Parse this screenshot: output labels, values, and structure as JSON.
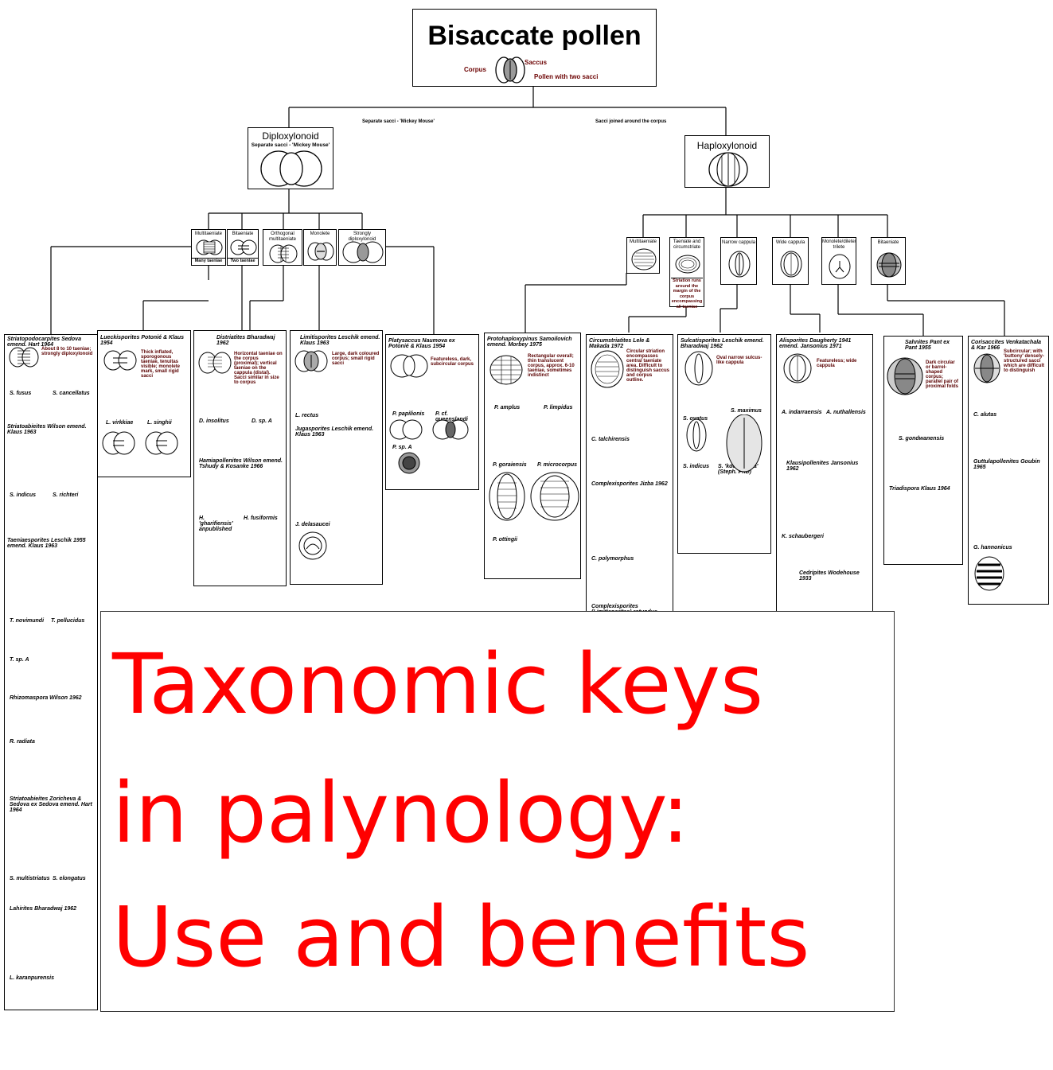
{
  "root": {
    "title": "Bisaccate pollen",
    "corpus_label": "Corpus",
    "saccus_label": "Saccus",
    "caption": "Pollen with two sacci"
  },
  "edges": {
    "left_label": "Separate sacci - 'Mickey Mouse'",
    "right_label": "Sacci joined around the corpus"
  },
  "diploxylonoid": {
    "title": "Diploxylonoid",
    "subtitle": "Separate sacci - 'Mickey Mouse'",
    "children": [
      {
        "label": "Multitaeniate",
        "caption": "Many taeniae"
      },
      {
        "label": "Bitaeniate",
        "caption": "Two taeniae"
      },
      {
        "label": "Orthogonal multitaeniate",
        "caption": ""
      },
      {
        "label": "Monolete",
        "caption": ""
      },
      {
        "label": "Strongly diploxylonoid",
        "caption": ""
      }
    ]
  },
  "haploxylonoid": {
    "title": "Haploxylonoid",
    "children": [
      {
        "label": "Multitaeniate",
        "caption": ""
      },
      {
        "label": "Taeniate and circumstriate",
        "caption": "Striation runs around the margin of the corpus encompassing all taeniae"
      },
      {
        "label": "Narrow cappula",
        "caption": ""
      },
      {
        "label": "Wide cappula",
        "caption": ""
      },
      {
        "label": "Monolete/dilete/ trilete",
        "caption": ""
      },
      {
        "label": "Bitaeniate",
        "caption": ""
      }
    ]
  },
  "genera": {
    "col1": {
      "title": "Striatopodocarpites Sedova emend. Hart 1964",
      "desc": "About 8 to 10 taeniae; strongly diploxylonoid",
      "species": [
        "S. fusus",
        "S. cancellatus",
        "S. indicus",
        "S. richteri",
        "T. novimundi",
        "T. pellucidus",
        "T. sp. A",
        "R. radiata",
        "S. multistriatus",
        "S. elongatus",
        "L. karanpurensis"
      ],
      "subtitles": [
        "Striatoabieites Wilson emend. Klaus 1963",
        "Taeniaesporites Leschik 1955 emend. Klaus 1963",
        "Rhizomaspora Wilson 1962",
        "Striatoabieites Zoricheva & Sedova ex Sedova emend. Hart 1964",
        "Lahirites Bharadwaj 1962"
      ]
    },
    "col2": {
      "title": "Lueckisporites Potonié & Klaus 1954",
      "desc": "Thick inflated, sporogonous taeniae, tenuitas visible; monolete mark, small rigid sacci",
      "species": [
        "L. virkkiae",
        "L. singhii"
      ]
    },
    "col3": {
      "title": "Distriatites Bharadwaj 1962",
      "desc": "Horizontal taeniae on the corpus (proximal); vertical taeniae on the cappula (distal). Sacci similar in size to corpus",
      "species": [
        "D. insolitus",
        "D. sp. A",
        "H. 'gharifiensis' anpublished",
        "H. fusiformis"
      ],
      "subtitles": [
        "Hamiapollenites Wilson emend. Tshudy & Kosanke 1966"
      ]
    },
    "col4": {
      "title": "Limitisporites Leschik emend. Klaus 1963",
      "desc": "Large, dark coloured corpus; small rigid sacci",
      "species": [
        "L. rectus",
        "J. delasaucei"
      ],
      "subtitles": [
        "Jugasporites Leschik emend. Klaus 1963"
      ]
    },
    "col5": {
      "title": "Platysaccus Naumova ex Potonié & Klaus 1954",
      "desc": "Featureless, dark, subcircular corpus",
      "species": [
        "P. papilionis",
        "P. cf. queenslandi",
        "P. sp. A"
      ]
    },
    "col6": {
      "title": "Protohaploxypinus Samoilovich emend. Morbey 1975",
      "desc": "Rectangular overall; thin translucent corpus, approx. 6-10 taeniae, sometimes indistinct",
      "species": [
        "P. amplus",
        "P. limpidus",
        "P. goraiensis",
        "P. microcorpus",
        "P. ottingii"
      ]
    },
    "col7": {
      "title": "Circumstriatites Lele & Makada 1972",
      "desc": "Circular striation encompasses central taeniate area. Difficult to distinguish saccus and corpus outline.",
      "species": [
        "C. talchirensis",
        "C. polymorphus"
      ],
      "subtitles": [
        "Complexisporites Jizba 1962",
        "Complexisporites (Limitisporites) rotundus"
      ]
    },
    "col8": {
      "title": "Sulcatisporites Leschik emend. Bharadwaj 1962",
      "desc": "Oval narrow sulcus-like cappula",
      "species": [
        "S. ovatus",
        "S. maximus",
        "S. indicus",
        "S. 'kdelangana' (Steph. PhD)"
      ]
    },
    "col9": {
      "title": "Alisporites Daugherty 1941 emend. Jansonius 1971",
      "desc": "Featureless; wide cappula",
      "species": [
        "A. indarraensis",
        "A. nuthallensis",
        "K. schaubergeri"
      ],
      "subtitles": [
        "Klausipollenites Jansonius 1962",
        "Cedripites Wodehouse 1933"
      ]
    },
    "col10": {
      "title": "Sahnites Pant ex Pant 1955",
      "desc": "Dark circular or barrel-shaped corpus; parallel pair of proximal folds",
      "species": [
        "S. gondwanensis"
      ],
      "subtitles": [
        "Triadispora Klaus 1964"
      ]
    },
    "col11": {
      "title": "Corisaccites Venkatachala & Kar 1966",
      "desc": "Subcircular; with 'buttony' densely-structured sacci which are difficult to distinguish",
      "species": [
        "C. alutas",
        "G. hannonicus"
      ],
      "subtitles": [
        "Guttulapollenites Goubin 1965"
      ]
    }
  },
  "overlay": {
    "line1": "Taxonomic keys",
    "line2": "in palynology:",
    "line3": "Use and benefits"
  }
}
